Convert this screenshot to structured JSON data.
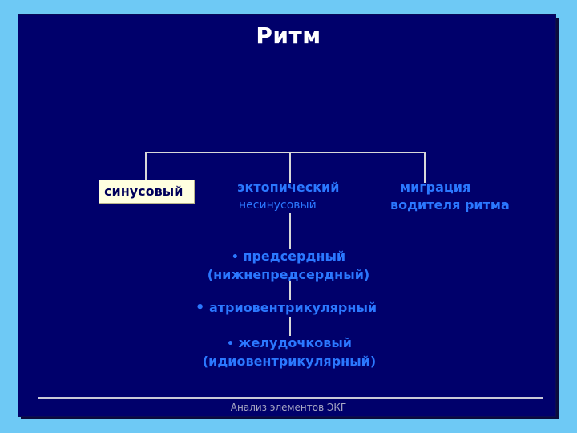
{
  "title": "Ритм",
  "types": {
    "sinus": "синусовый",
    "ectopic": "эктопический",
    "ectopic_sub": "несинусовый",
    "migration_line1": "миграция",
    "migration_line2": "водителя ритма"
  },
  "ectopic_list": [
    {
      "line1": "предсердный",
      "line2": "(нижнепредсердный)"
    },
    {
      "line1": "атриовентрикулярный",
      "line2": ""
    },
    {
      "line1": "желудочковый",
      "line2": "(идиовентрикулярный)"
    }
  ],
  "bullet": "•",
  "footer": "Анализ элементов ЭКГ",
  "colors": {
    "background": "#00006b",
    "frame": "#6ec9f5",
    "accent_text": "#2b78ff",
    "title_text": "#ffffff",
    "box_fill": "#ffffe0"
  }
}
